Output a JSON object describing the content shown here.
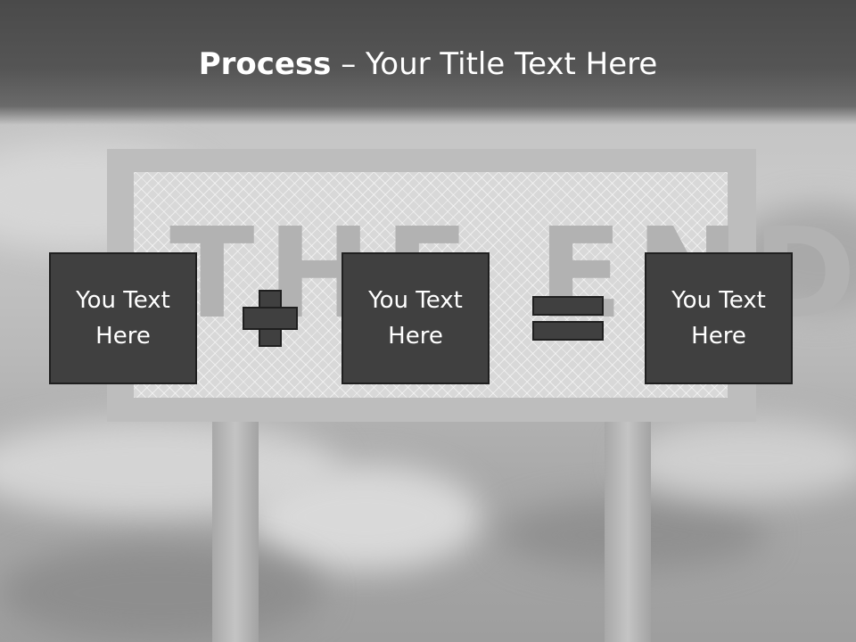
{
  "slide": {
    "title_bold": "Process",
    "title_rest": " – Your Title Text Here",
    "background_sign_text": "THE END",
    "boxes": [
      {
        "label": "You Text Here"
      },
      {
        "label": "You Text Here"
      },
      {
        "label": "You Text Here"
      }
    ],
    "operators": [
      "plus",
      "equals"
    ],
    "colors": {
      "title_band": "#4a4a4a",
      "box_fill": "#404040",
      "box_border": "#1f1f1f",
      "title_text": "#ffffff"
    }
  }
}
